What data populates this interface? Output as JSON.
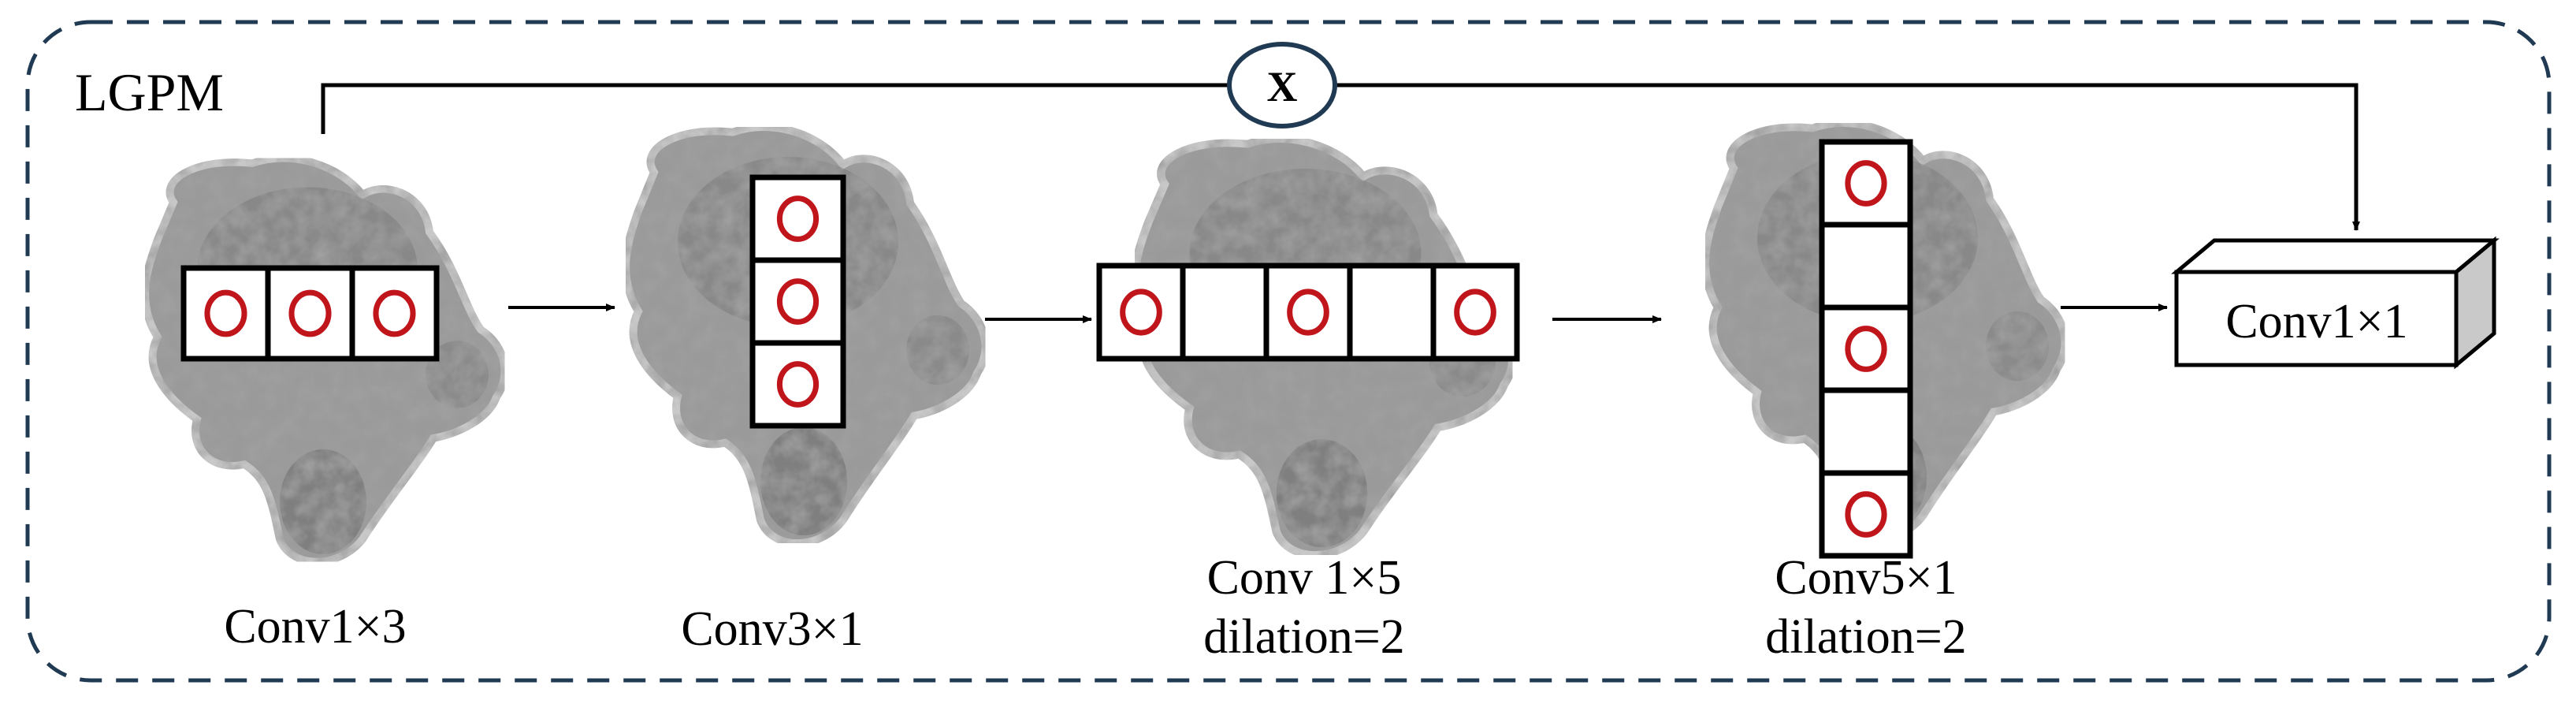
{
  "module": {
    "name": "LGPM"
  },
  "multiply": {
    "symbol": "X"
  },
  "stages": [
    {
      "label_lines": [
        "Conv1×3"
      ],
      "cells": [
        1,
        1,
        1
      ],
      "orientation": "horizontal"
    },
    {
      "label_lines": [
        "Conv3×1"
      ],
      "cells": [
        1,
        1,
        1
      ],
      "orientation": "vertical"
    },
    {
      "label_lines": [
        "Conv 1×5",
        "dilation=2"
      ],
      "cells": [
        1,
        0,
        1,
        0,
        1
      ],
      "orientation": "horizontal"
    },
    {
      "label_lines": [
        "Conv5×1",
        "dilation=2"
      ],
      "cells": [
        1,
        0,
        1,
        0,
        1
      ],
      "orientation": "vertical"
    }
  ],
  "output": {
    "label": "Conv1×1"
  },
  "colors": {
    "frame_dash": "#1f3a52",
    "kernel_mark": "#c0161b",
    "line": "#000000",
    "blob_fill": "#8e8e8e",
    "blob_dark": "#4d4d4d"
  },
  "icons": [
    "microscopy-organoid-image",
    "arrow-right-icon",
    "multiply-icon",
    "box-3d-icon"
  ]
}
